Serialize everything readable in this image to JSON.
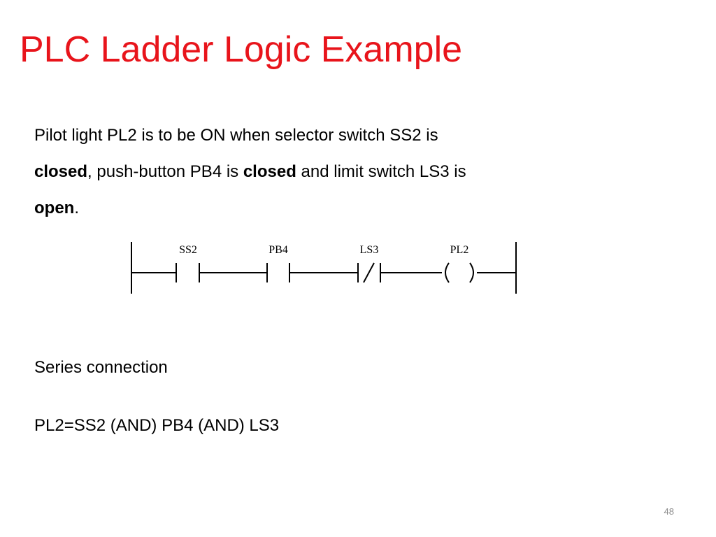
{
  "slide": {
    "title": "PLC Ladder Logic Example",
    "title_color": "#e8141b",
    "page_number": "48"
  },
  "description": {
    "part1": "Pilot light PL2 is to be ON when selector switch SS2 is",
    "bold1": "closed",
    "part2": ", push-button PB4 is ",
    "bold2": "closed",
    "part3": " and limit switch LS3 is",
    "bold3": "open",
    "part4": "."
  },
  "ladder_diagram": {
    "elements": [
      {
        "label": "SS2",
        "type": "normally-open-contact"
      },
      {
        "label": "PB4",
        "type": "normally-open-contact"
      },
      {
        "label": "LS3",
        "type": "normally-closed-contact"
      },
      {
        "label": "PL2",
        "type": "output-coil"
      }
    ]
  },
  "notes": {
    "series": "Series connection",
    "formula": "PL2=SS2 (AND) PB4 (AND) LS3"
  }
}
